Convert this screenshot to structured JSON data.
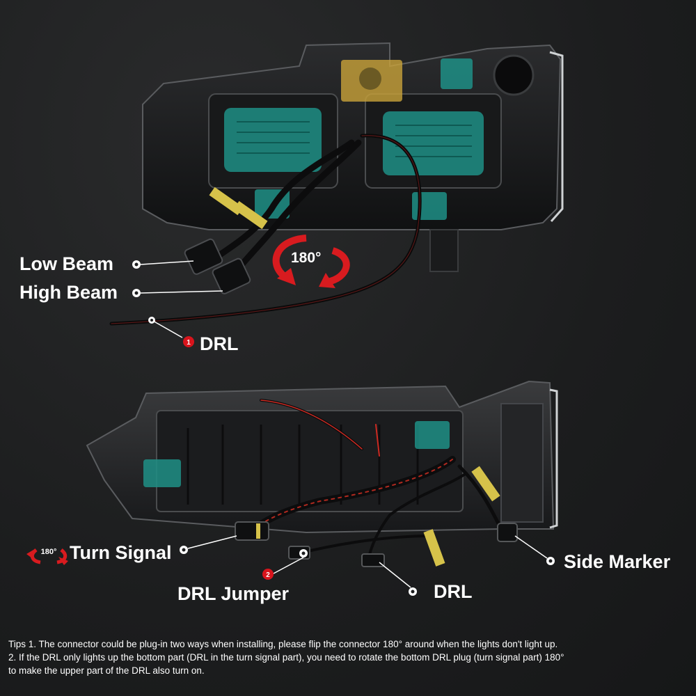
{
  "labels": {
    "low_beam": "Low Beam",
    "high_beam": "High Beam",
    "drl_upper": "DRL",
    "turn_signal": "Turn Signal",
    "side_marker": "Side Marker",
    "drl_jumper": "DRL Jumper",
    "drl_lower": "DRL"
  },
  "markers": {
    "upper_number": "1",
    "lower_number": "2"
  },
  "rotation": {
    "large": "180°",
    "small": "180°"
  },
  "tips": {
    "line1": "Tips 1. The connector could be plug-in two ways when installing, please flip the connector 180° around when the lights don't light up.",
    "line2": "2. If the DRL only lights up the bottom part (DRL in the turn signal part), you need to rotate the bottom DRL plug (turn signal part) 180°",
    "line3": "to make the upper part of the DRL also turn on."
  },
  "colors": {
    "background": "#1d1e1f",
    "housing": "#141516",
    "highlight_teal": "#1f8f86",
    "highlight_gold": "#c9a23a",
    "marker_red": "#d8141c",
    "rotation_arrow": "#d81b1f"
  }
}
